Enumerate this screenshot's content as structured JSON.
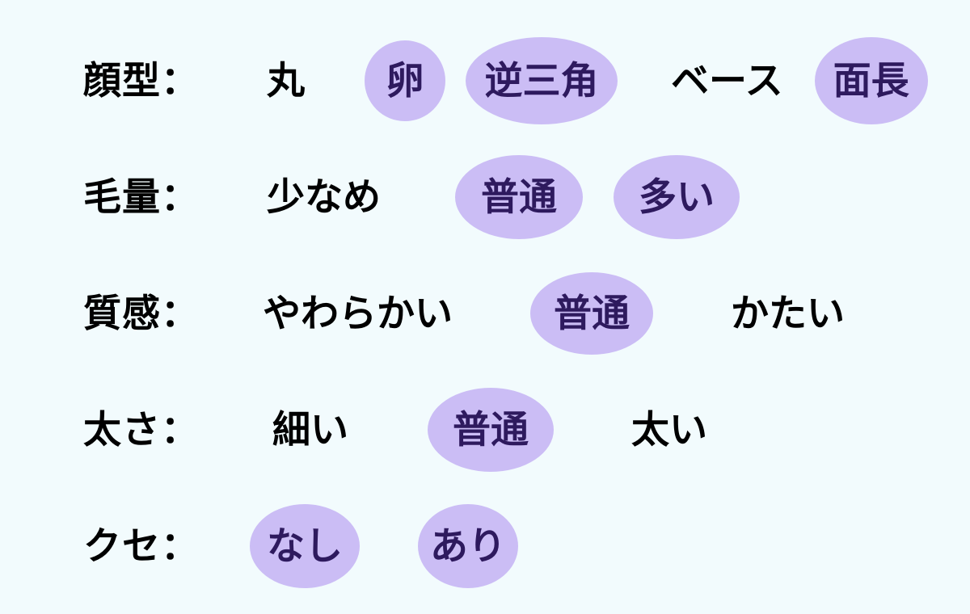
{
  "page": {
    "background_color": "#f2fbfd",
    "selected_pill_color": "#cbbdf5",
    "selected_text_color": "#2e1a5e",
    "unselected_text_color": "#000000"
  },
  "rows": [
    {
      "key": "face-shape",
      "label": "顔型：",
      "options": [
        {
          "label": "丸",
          "selected": false
        },
        {
          "label": "卵",
          "selected": true
        },
        {
          "label": "逆三角",
          "selected": true
        },
        {
          "label": "ベース",
          "selected": false
        },
        {
          "label": "面長",
          "selected": true
        }
      ]
    },
    {
      "key": "hair-volume",
      "label": "毛量：",
      "options": [
        {
          "label": "少なめ",
          "selected": false
        },
        {
          "label": "普通",
          "selected": true
        },
        {
          "label": "多い",
          "selected": true
        }
      ]
    },
    {
      "key": "hair-texture",
      "label": "質感：",
      "options": [
        {
          "label": "やわらかい",
          "selected": false
        },
        {
          "label": "普通",
          "selected": true
        },
        {
          "label": "かたい",
          "selected": false
        }
      ]
    },
    {
      "key": "hair-thickness",
      "label": "太さ：",
      "options": [
        {
          "label": "細い",
          "selected": false
        },
        {
          "label": "普通",
          "selected": true
        },
        {
          "label": "太い",
          "selected": false
        }
      ]
    },
    {
      "key": "hair-curl",
      "label": "クセ：",
      "options": [
        {
          "label": "なし",
          "selected": true
        },
        {
          "label": "あり",
          "selected": true
        }
      ]
    }
  ]
}
